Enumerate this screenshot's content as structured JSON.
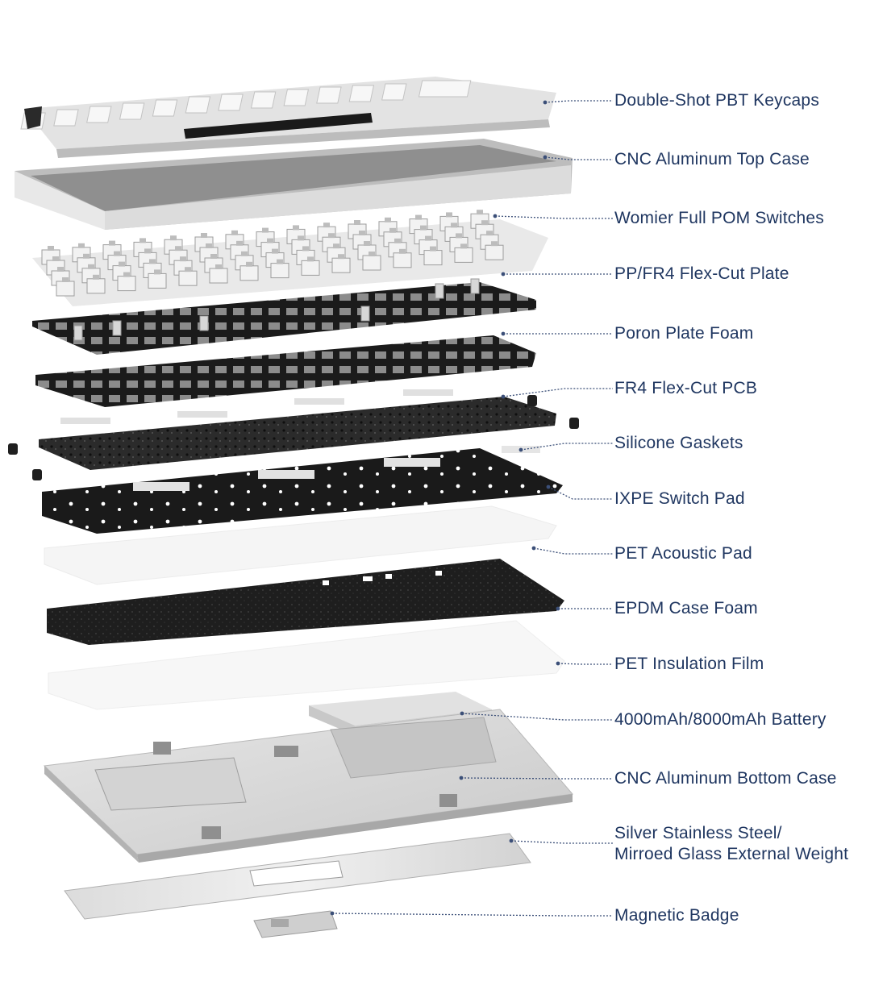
{
  "layers": [
    {
      "id": "keycaps",
      "label": "Double-Shot PBT Keycaps"
    },
    {
      "id": "top-case",
      "label": "CNC Aluminum Top Case"
    },
    {
      "id": "switches",
      "label": "Womier Full POM Switches"
    },
    {
      "id": "plate",
      "label": "PP/FR4 Flex-Cut Plate"
    },
    {
      "id": "plate-foam",
      "label": "Poron Plate Foam"
    },
    {
      "id": "pcb",
      "label": "FR4 Flex-Cut PCB"
    },
    {
      "id": "gaskets",
      "label": "Silicone Gaskets"
    },
    {
      "id": "switch-pad",
      "label": "IXPE Switch Pad"
    },
    {
      "id": "acoustic-pad",
      "label": "PET Acoustic Pad"
    },
    {
      "id": "case-foam",
      "label": "EPDM Case Foam"
    },
    {
      "id": "insulation-film",
      "label": "PET Insulation Film"
    },
    {
      "id": "battery",
      "label": "4000mAh/8000mAh Battery"
    },
    {
      "id": "bottom-case",
      "label": "CNC Aluminum Bottom Case"
    },
    {
      "id": "external-weight",
      "label_line1": "Silver Stainless Steel/",
      "label_line2": "Mirroed Glass External Weight"
    },
    {
      "id": "badge",
      "label": "Magnetic Badge"
    }
  ],
  "colors": {
    "label_text": "#1f3660",
    "leader_line": "#3b4f78",
    "dark_layer": "#1c1c1c",
    "light_metal": "#d9d9d9",
    "top_case": "#a9a9a9"
  }
}
